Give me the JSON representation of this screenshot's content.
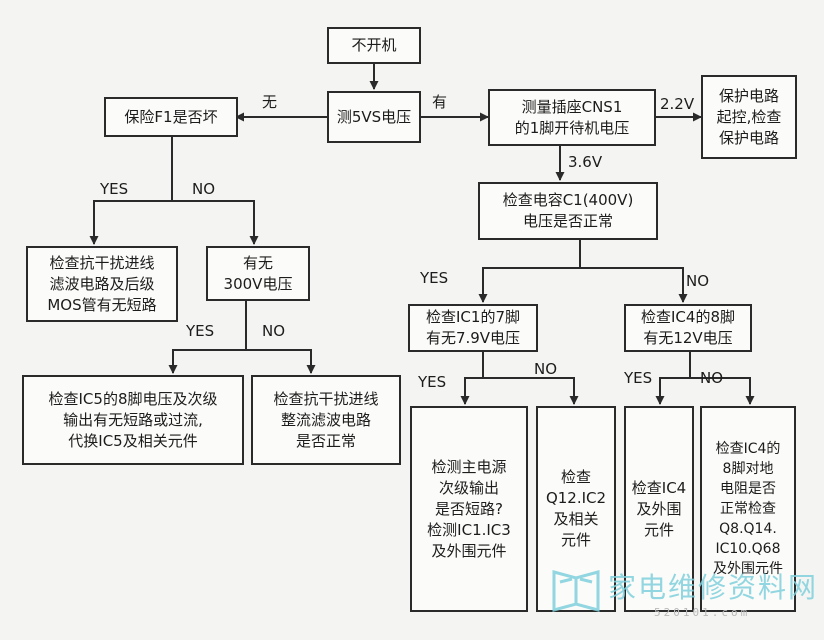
{
  "diagram": {
    "nodes": {
      "start": "不开机",
      "test_5vs": "测5VS电压",
      "fuse": "保险F1是否坏",
      "cns1": "测量插座CNS1\n的1脚开待机电压",
      "protect": "保护电路\n起控,检查\n保护电路",
      "c1": "检查电容C1(400V)\n电压是否正常",
      "emi_mos": "检查抗干扰进线\n滤波电路及后级\nMOS管有无短路",
      "v300": "有无\n300V电压",
      "ic5": "检查IC5的8脚电压及次级\n输出有无短路或过流,\n代换IC5及相关元件",
      "emi_rect": "检查抗干扰进线\n整流滤波电路\n是否正常",
      "ic1_pin7": "检查IC1的7脚\n有无7.9V电压",
      "ic4_pin8": "检查IC4的8脚\n有无12V电压",
      "main_psu": "检测主电源\n次级输出\n是否短路?\n检测IC1.IC3\n及外围元件",
      "q12": "检查\nQ12.IC2\n及相关\n元件",
      "ic4_parts": "检查IC4\n及外围\n元件",
      "ic4_ground": "检查IC4的\n8脚对地\n电阻是否\n正常检查\nQ8.Q14.\nIC10.Q68\n及外围元件"
    },
    "edge_labels": {
      "none": "无",
      "has": "有",
      "v22": "2.2V",
      "v36": "3.6V",
      "fuse_yes": "YES",
      "fuse_no": "NO",
      "c1_yes": "YES",
      "c1_no": "NO",
      "v300_yes": "YES",
      "v300_no": "NO",
      "ic1_yes": "YES",
      "ic1_no": "NO",
      "ic4_yes": "YES",
      "ic4_no": "NO"
    }
  },
  "watermark": {
    "text": "家电维修资料网",
    "url": "520101.com"
  },
  "colors": {
    "line": "#2a2a2a",
    "watermark": "#7fd0dc"
  }
}
